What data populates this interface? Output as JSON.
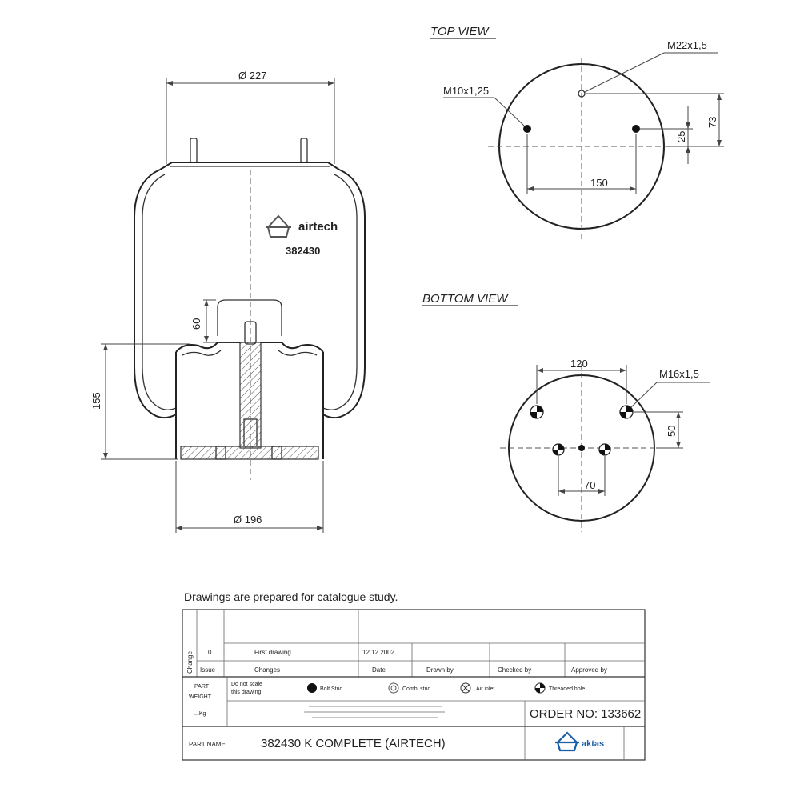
{
  "side_view": {
    "dim_top": "Ø 227",
    "dim_bottom": "Ø 196",
    "dim_height": "155",
    "dim_piston": "60",
    "brand": "airtech",
    "part_number": "382430"
  },
  "top_view": {
    "title": "TOP VIEW",
    "air_port": "M22x1,5",
    "stud_thread": "M10x1,25",
    "dim_spacing": "150",
    "dim_offset": "25",
    "dim_port_offset": "73"
  },
  "bottom_view": {
    "title": "BOTTOM VIEW",
    "thread": "M16x1,5",
    "dim_outer": "120",
    "dim_inner": "70",
    "dim_vertical": "50"
  },
  "title_block": {
    "note": "Drawings are  prepared for  catalogue study.",
    "rev_row": {
      "issue": "0",
      "changes": "First drawing",
      "date": "12.12.2002"
    },
    "headers": {
      "issue": "Issue",
      "changes": "Changes",
      "date": "Date",
      "drawn": "Drawn by",
      "checked": "Checked by",
      "approved": "Approved by"
    },
    "side_label": "Change",
    "left_labels": [
      "PART",
      "WEIGHT",
      "...Kg"
    ],
    "scale_note": [
      "Do not scale",
      "this drawing"
    ],
    "legend": {
      "bolt": "Bolt Stud",
      "combi": "Combi stud",
      "air": "Air inlet",
      "thread": "Threaded hole"
    },
    "order": "ORDER NO: 133662",
    "part_name_label": "PART NAME",
    "part_name": "382430 K COMPLETE (AIRTECH)",
    "logo": "aktas"
  }
}
